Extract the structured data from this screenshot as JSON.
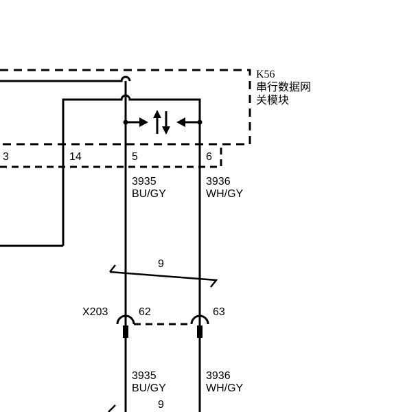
{
  "module": {
    "id": "K56",
    "name_line1": "串行数据网",
    "name_line2": "关模块"
  },
  "pins": {
    "p3": "3",
    "p14": "14",
    "p5": "5",
    "p6": "6"
  },
  "wires": {
    "left": {
      "circuit": "3935",
      "color": "BU/GY"
    },
    "right": {
      "circuit": "3936",
      "color": "WH/GY"
    }
  },
  "twist_label": "9",
  "connector": {
    "id": "X203",
    "pin_left": "62",
    "pin_right": "63"
  },
  "lower": {
    "left": {
      "circuit": "3935",
      "color": "BU/GY"
    },
    "right": {
      "circuit": "3936",
      "color": "WH/GY"
    },
    "twist_label": "9"
  }
}
